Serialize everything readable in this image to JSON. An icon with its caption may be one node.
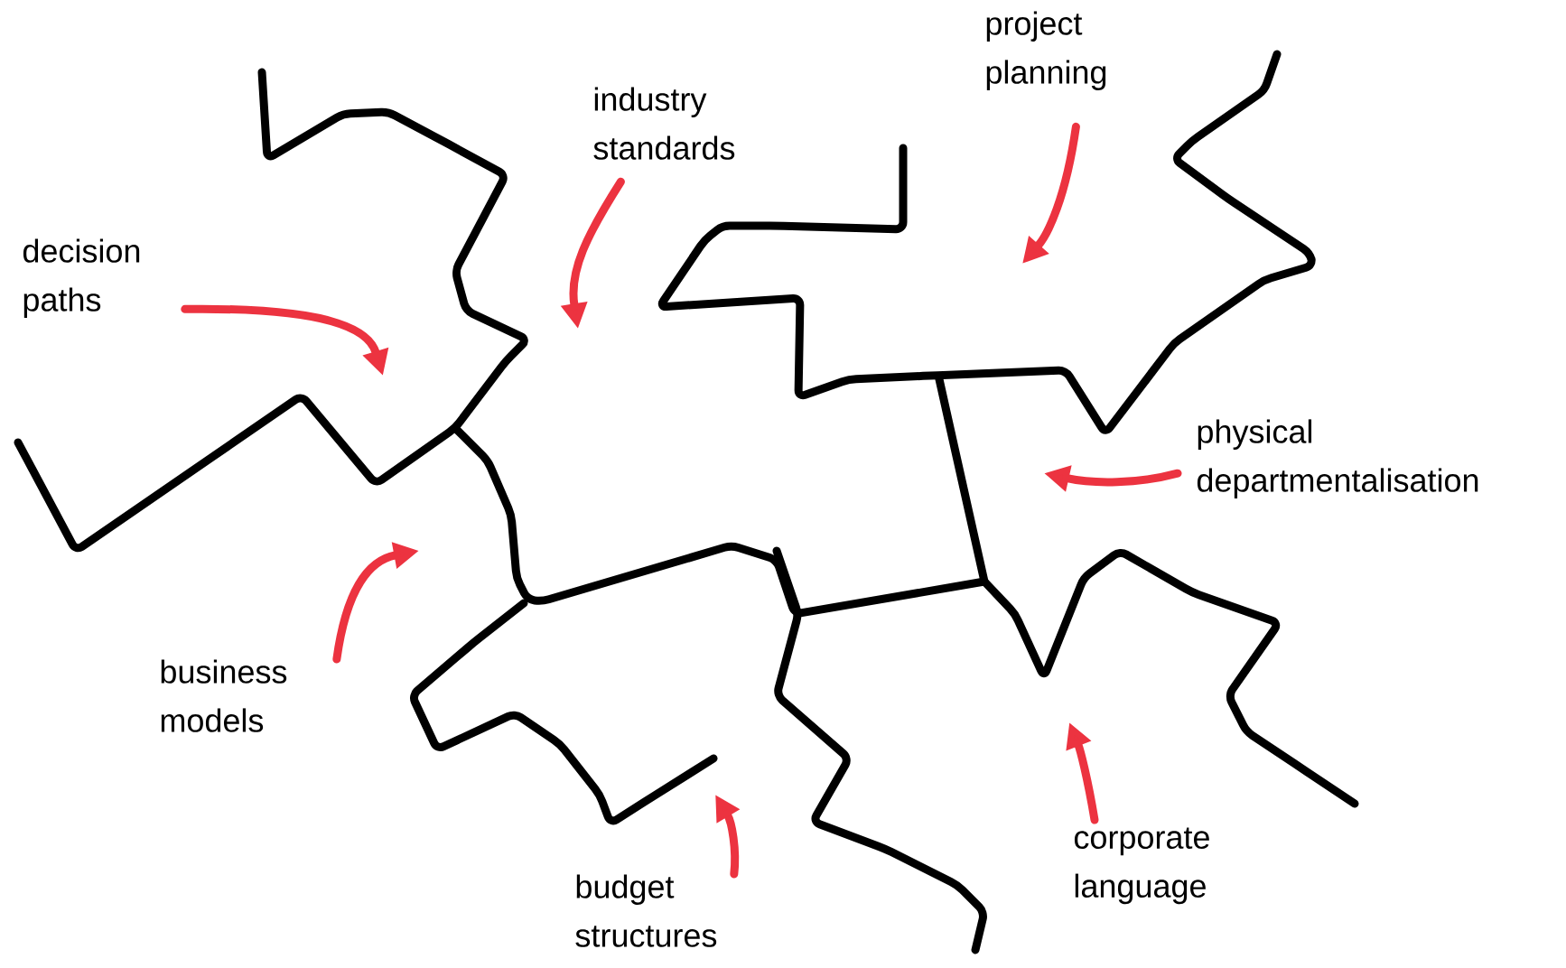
{
  "diagram": {
    "nodes": [
      {
        "text": [
          "decision paths"
        ]
      },
      {
        "text": [
          "industry standards"
        ]
      },
      {
        "text": [
          "project planning"
        ]
      },
      {
        "text": [
          "physical departmentalisation"
        ]
      },
      {
        "text": [
          "business models"
        ]
      },
      {
        "text": [
          "budget structures"
        ]
      },
      {
        "text": [
          "corporate language"
        ]
      }
    ],
    "edges": [
      {
        "from": 0,
        "to": null,
        "arrow": "to"
      },
      {
        "from": 1,
        "to": null,
        "arrow": "to"
      },
      {
        "from": 2,
        "to": null,
        "arrow": "to"
      },
      {
        "from": 3,
        "to": null,
        "arrow": "to"
      },
      {
        "from": 4,
        "to": null,
        "arrow": "to"
      },
      {
        "from": 5,
        "to": null,
        "arrow": "to"
      },
      {
        "from": 6,
        "to": null,
        "arrow": "to"
      }
    ]
  }
}
